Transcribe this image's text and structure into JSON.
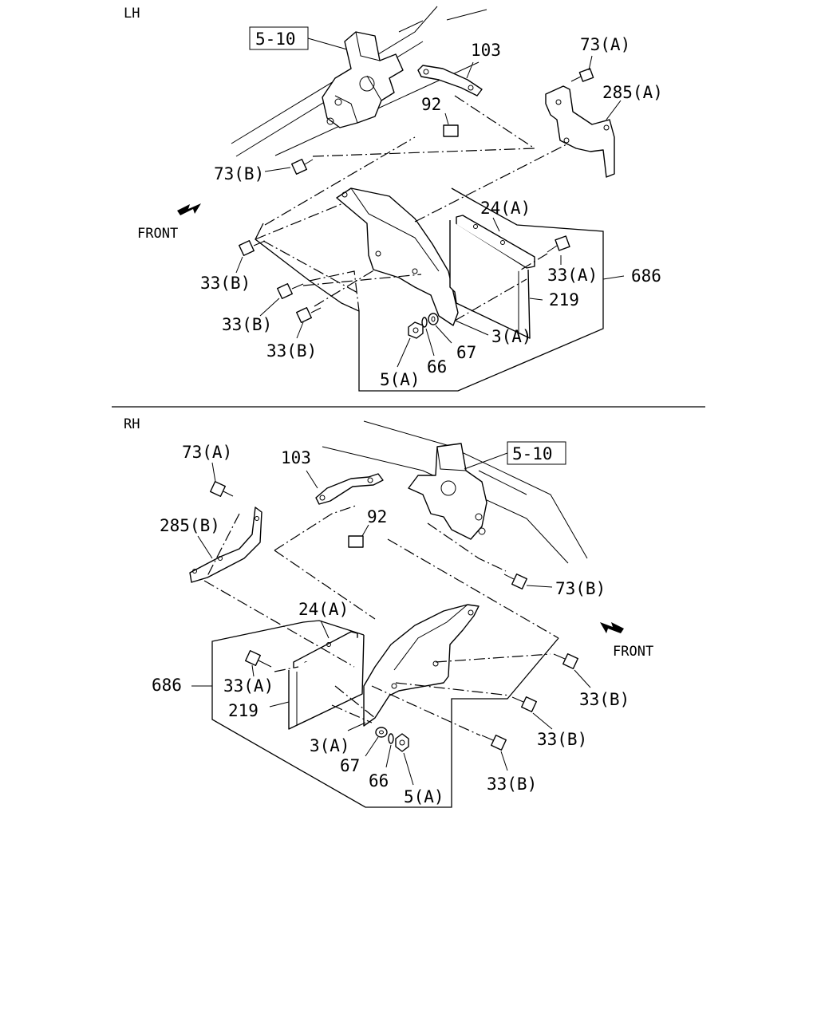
{
  "sections": {
    "lh": {
      "label": "LH",
      "front": "FRONT",
      "ref": "5-10"
    },
    "rh": {
      "label": "RH",
      "front": "FRONT",
      "ref": "5-10"
    }
  },
  "lh_labels": {
    "l103": "103",
    "l73a": "73(A)",
    "l285a": "285(A)",
    "l92": "92",
    "l73b": "73(B)",
    "l24a": "24(A)",
    "l33a": "33(A)",
    "l686": "686",
    "l33b1": "33(B)",
    "l33b2": "33(B)",
    "l33b3": "33(B)",
    "l219": "219",
    "l3a": "3(A)",
    "l67": "67",
    "l66": "66",
    "l5a": "5(A)"
  },
  "rh_labels": {
    "l73a": "73(A)",
    "l103": "103",
    "l285b": "285(B)",
    "l92": "92",
    "l73b": "73(B)",
    "l24a": "24(A)",
    "l686": "686",
    "l33a": "33(A)",
    "l219": "219",
    "l33b1": "33(B)",
    "l33b2": "33(B)",
    "l33b3": "33(B)",
    "l3a": "3(A)",
    "l67": "67",
    "l66": "66",
    "l5a": "5(A)"
  }
}
